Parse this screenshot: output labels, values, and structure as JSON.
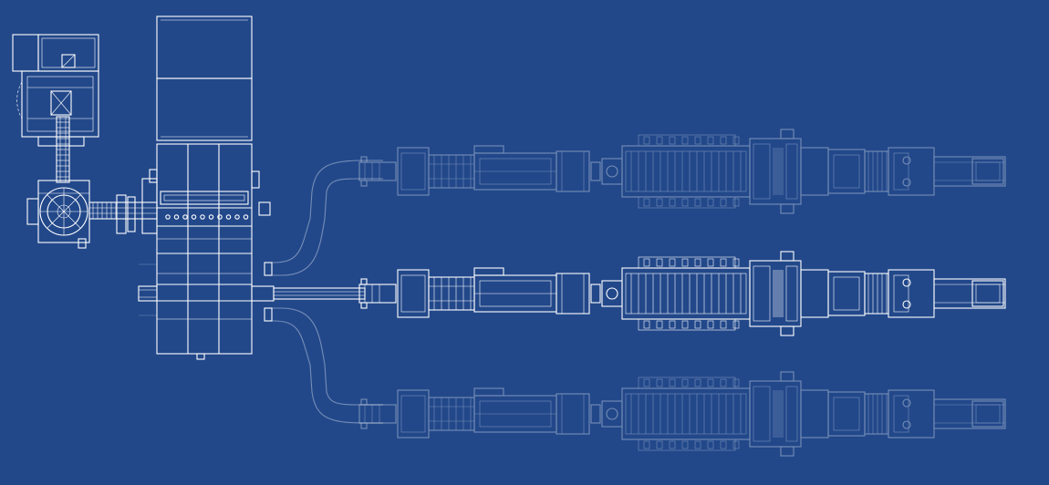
{
  "drawing": {
    "background": "#22488a",
    "line_color": "#ffffff",
    "lanes": [
      {
        "id": "upper",
        "emphasis": "faded"
      },
      {
        "id": "main",
        "emphasis": "solid"
      },
      {
        "id": "lower",
        "emphasis": "faded"
      }
    ]
  }
}
